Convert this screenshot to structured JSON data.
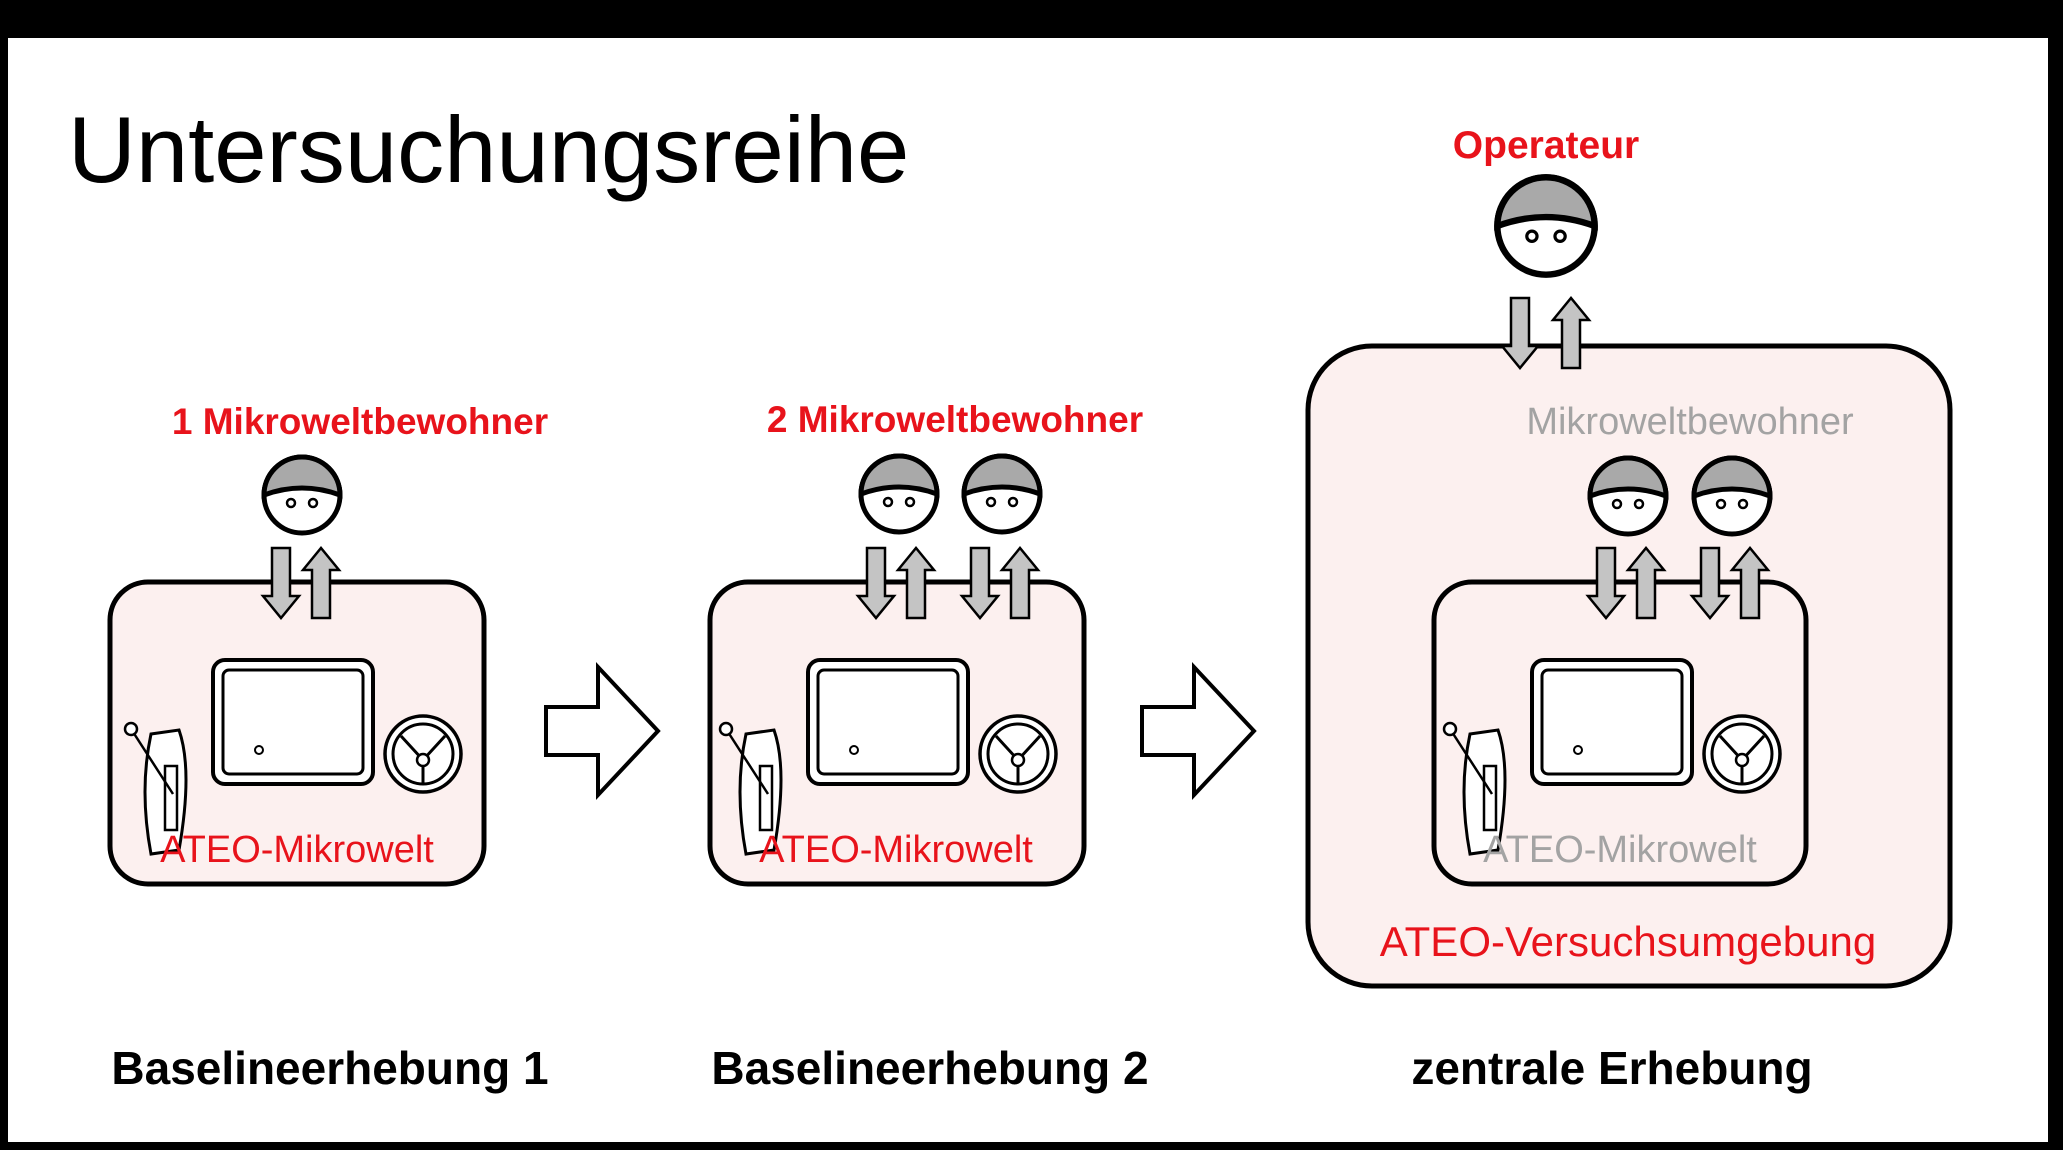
{
  "title": "Untersuchungsreihe",
  "stages": [
    {
      "participants_label": "1 Mikroweltbewohner",
      "world_label": "ATEO-Mikrowelt",
      "caption": "Baselineerhebung 1"
    },
    {
      "participants_label": "2 Mikroweltbewohner",
      "world_label": "ATEO-Mikrowelt",
      "caption": "Baselineerhebung 2"
    },
    {
      "operator_label": "Operateur",
      "participants_label": "Mikroweltbewohner",
      "world_label": "ATEO-Mikrowelt",
      "environment_label": "ATEO-Versuchsumgebung",
      "caption": "zentrale Erhebung"
    }
  ],
  "colors": {
    "accent_red": "#e8131b",
    "muted_gray": "#a3a3a3",
    "box_fill": "#fcf0ef",
    "head_cap": "#a9a9a9",
    "arrow_fill": "#c4c4c4"
  },
  "icons": [
    "person-head-icon",
    "control-panel-icon",
    "steering-wheel-icon",
    "lever-icon",
    "display-icon",
    "transition-arrow-icon",
    "up-down-arrows-icon"
  ]
}
